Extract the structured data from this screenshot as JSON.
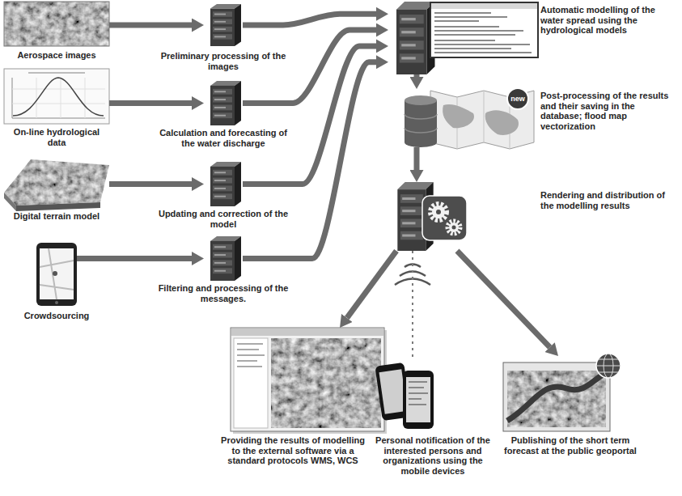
{
  "diagram": {
    "nodes": [
      {
        "text": [
          "Aerospace images"
        ]
      },
      {
        "text": [
          "Preliminary processing of the images"
        ]
      },
      {
        "text": [
          "On-line hydrological data"
        ]
      },
      {
        "text": [
          "Calculation and forecasting of the water discharge"
        ]
      },
      {
        "text": [
          "Digital terrain model"
        ]
      },
      {
        "text": [
          "Updating and correction of the model"
        ]
      },
      {
        "text": [
          "Crowdsourcing"
        ]
      },
      {
        "text": [
          "Filtering and processing of the messages."
        ]
      },
      {
        "text": [
          "Automatic modelling of the water spread using the hydrological models"
        ]
      },
      {
        "text": [
          "Post-processing of the results and their saving in the database; flood map vectorization"
        ]
      },
      {
        "text": [
          "Rendering and distribution of the modelling results"
        ]
      },
      {
        "text": [
          "Providing the results of modelling to the external software via a standard protocols WMS, WCS"
        ]
      },
      {
        "text": [
          "Personal notification of the interested persons and organizations using the mobile devices"
        ]
      },
      {
        "text": [
          "Publishing of the short term forecast at the public geoportal"
        ]
      }
    ],
    "edges": [
      {
        "from": 0,
        "to": 1,
        "arrow": "to"
      },
      {
        "from": 2,
        "to": 3,
        "arrow": "to"
      },
      {
        "from": 4,
        "to": 5,
        "arrow": "to"
      },
      {
        "from": 6,
        "to": 7,
        "arrow": "to"
      },
      {
        "from": 1,
        "to": 8,
        "arrow": "to"
      },
      {
        "from": 3,
        "to": 8,
        "arrow": "to"
      },
      {
        "from": 5,
        "to": 8,
        "arrow": "to"
      },
      {
        "from": 7,
        "to": 8,
        "arrow": "to"
      },
      {
        "from": 8,
        "to": 9,
        "arrow": "to"
      },
      {
        "from": 9,
        "to": 10,
        "arrow": "to"
      },
      {
        "from": 10,
        "to": 11,
        "arrow": "to"
      },
      {
        "from": 10,
        "to": 12,
        "arrow": "none"
      },
      {
        "from": 10,
        "to": 13,
        "arrow": "to"
      }
    ],
    "labels": [
      "new"
    ]
  }
}
